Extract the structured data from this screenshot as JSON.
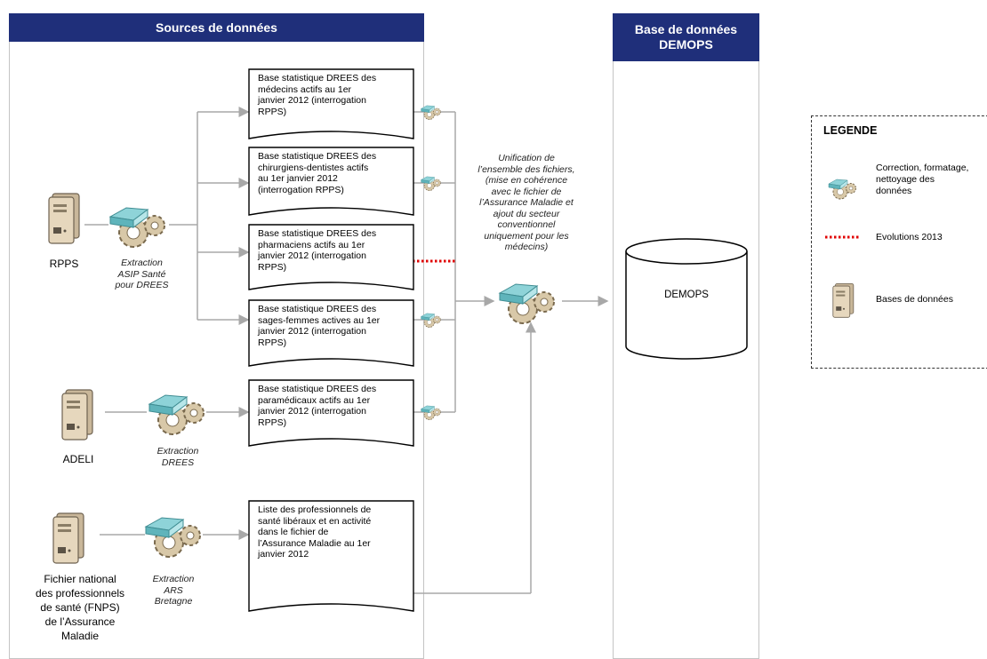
{
  "sections": {
    "sources_title": "Sources de données",
    "db_title": "Base de données\nDEMOPS"
  },
  "databases": [
    {
      "label": "RPPS",
      "extraction": "Extraction\nASIP Santé\npour DREES"
    },
    {
      "label": "ADELI",
      "extraction": "Extraction\nDREES"
    },
    {
      "label": "Fichier national\ndes professionnels\nde santé (FNPS)\nde l’Assurance\nMaladie",
      "extraction": "Extraction\nARS\nBretagne"
    }
  ],
  "documents": [
    "Base statistique DREES des\nmédecins actifs au 1er\njanvier 2012 (interrogation\nRPPS)",
    "Base statistique DREES des\nchirurgiens-dentistes actifs\nau 1er janvier 2012\n(interrogation RPPS)",
    "Base statistique DREES des\npharmaciens actifs au 1er\njanvier 2012 (interrogation\nRPPS)",
    "Base statistique DREES des\nsages-femmes actives au 1er\njanvier 2012 (interrogation\nRPPS)",
    "Base statistique DREES des\nparamédicaux actifs au 1er\njanvier 2012 (interrogation\nRPPS)",
    "Liste des professionnels de\nsanté libéraux et en activité\ndans le fichier de\nl’Assurance Maladie au 1er\njanvier 2012"
  ],
  "unification_text": "Unification de\nl’ensemble des fichiers,\n(mise en cohérence\navec le fichier de\nl’Assurance Maladie et\najout du secteur\nconventionnel\nuniquement pour les\nmédecins)",
  "demops_label": "DEMOPS",
  "legend": {
    "title": "LEGENDE",
    "items": [
      {
        "icon": "gears-icon",
        "text": "Correction, formatage,\nnettoyage des\ndonnées"
      },
      {
        "icon": "red-dotted-line",
        "text": "Evolutions 2013"
      },
      {
        "icon": "database-server-icon",
        "text": "Bases de données"
      }
    ]
  },
  "colors": {
    "header": "#1f2f7a",
    "lines": "#a8a8a8",
    "evolution": "#e00000"
  }
}
